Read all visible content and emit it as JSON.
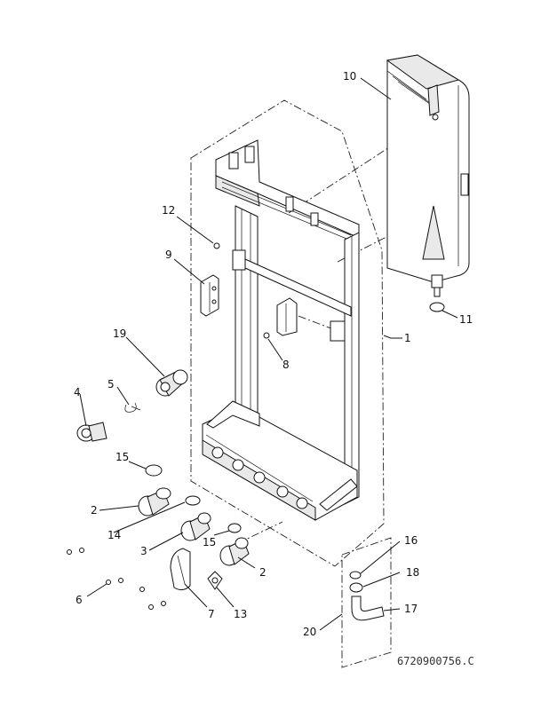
{
  "labels": {
    "l1": "1",
    "l2a": "2",
    "l2b": "2",
    "l3": "3",
    "l4": "4",
    "l5": "5",
    "l6": "6",
    "l7": "7",
    "l8": "8",
    "l9": "9",
    "l10": "10",
    "l11": "11",
    "l12": "12",
    "l13": "13",
    "l14": "14",
    "l15a": "15",
    "l15b": "15",
    "l16": "16",
    "l17": "17",
    "l18": "18",
    "l19": "19",
    "l20": "20"
  },
  "document_number": "6720900756.C"
}
